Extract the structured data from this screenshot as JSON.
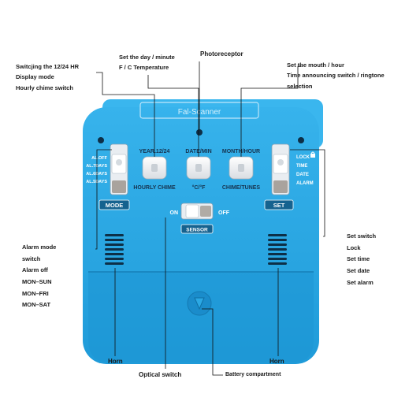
{
  "callouts": {
    "top_left": [
      "Switcjing the 12/24 HR",
      "Display mode",
      "Hourly chime switch"
    ],
    "top_mid": [
      "Set the day / minute",
      "F / C Temperature"
    ],
    "photoreceptor": "Photoreceptor",
    "top_right": [
      "Set the mouth / hour",
      "Time announcing switch / ringtone",
      "selection"
    ],
    "left_alarm": [
      "Alarm mode",
      "switch",
      "Alarm off",
      "MON–SUN",
      "MON–FRI",
      "MON–SAT"
    ],
    "right_set": [
      "Set switch",
      "Lock",
      "Set time",
      "Set date",
      "Set alarm"
    ],
    "horn_left": "Horn",
    "horn_right": "Horn",
    "optical_switch": "Optical switch",
    "battery": "Battery compartment"
  },
  "device": {
    "top_label": "Fal-Scanner",
    "alarm_slider": [
      "AL.OFF",
      "AL.7DAYS",
      "AL.6DAYS",
      "AL.5DAYS"
    ],
    "mode_label": "MODE",
    "set_slider": [
      "LOCK",
      "TIME",
      "DATE",
      "ALARM"
    ],
    "set_label": "SET",
    "buttons": [
      {
        "top": "YEAR.12/24",
        "bottom": "HOURLY CHIME"
      },
      {
        "top": "DATE/MIN",
        "bottom": "°C/°F"
      },
      {
        "top": "MONTH/HOUR",
        "bottom": "CHIME/TUNES"
      }
    ],
    "sensor_on": "ON",
    "sensor_off": "OFF",
    "sensor_label": "SENSOR"
  },
  "colors": {
    "body": "#2ba8e4",
    "body_dark": "#1a86c2",
    "label_box": "#15628f",
    "text": "#1a1a1a"
  }
}
